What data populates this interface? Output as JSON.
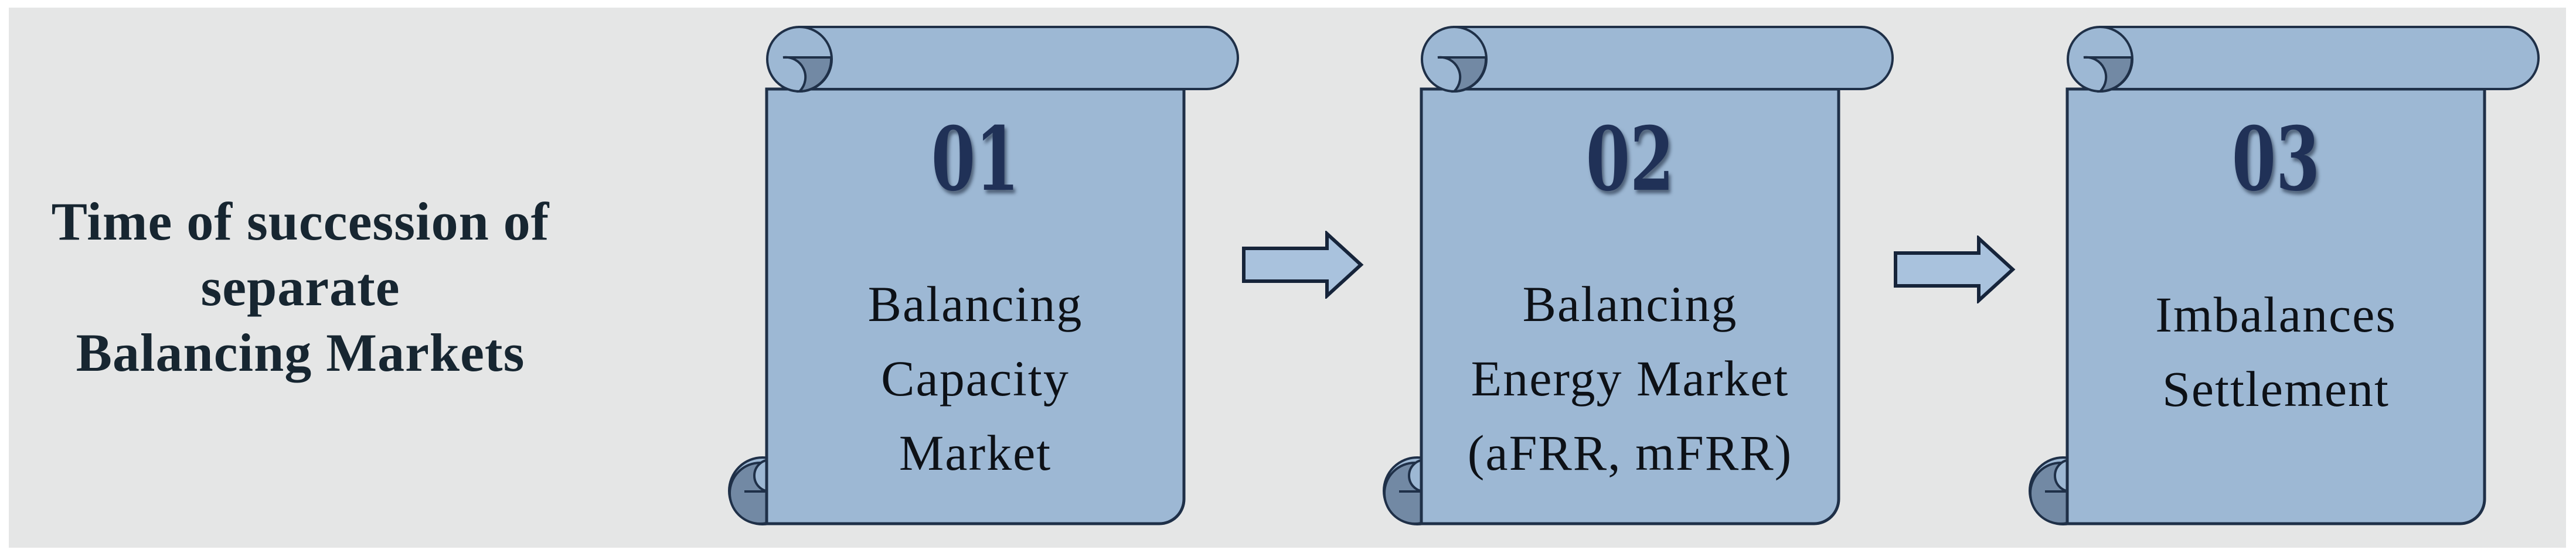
{
  "title": {
    "lines": [
      "Time of succession of",
      "separate",
      "Balancing Markets"
    ]
  },
  "steps": [
    {
      "number": "01",
      "lines": [
        "Balancing",
        "Capacity",
        "Market"
      ]
    },
    {
      "number": "02",
      "lines": [
        "Balancing",
        "Energy Market",
        "(aFRR, mFRR)"
      ]
    },
    {
      "number": "03",
      "lines": [
        "Imbalances",
        "Settlement"
      ]
    }
  ],
  "icons": {
    "between_steps": "right-block-arrow"
  },
  "colors": {
    "page_bg": "#ffffff",
    "panel_bg": "#e5e6e6",
    "scroll_fill": "#9db8d4",
    "scroll_curl": "#7289a4",
    "scroll_outline": "#1f3048",
    "arrow_fill": "#a9c2dd",
    "arrow_outline": "#16243a",
    "number_color": "#203157",
    "text_color": "#0d1117",
    "title_color": "#172631"
  }
}
